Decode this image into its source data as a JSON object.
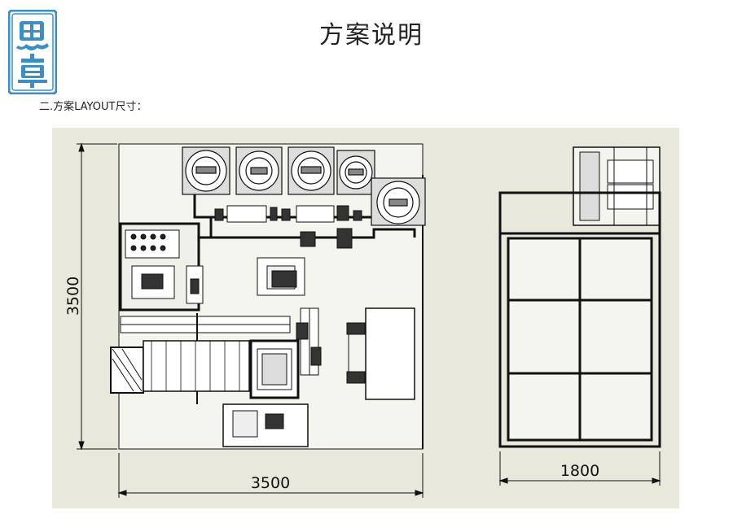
{
  "logo": {
    "alt_chars": [
      "思",
      "卓"
    ],
    "color": "#3b8fc6"
  },
  "title": "方案说明",
  "section": {
    "heading": "二.方案LAYOUT尺寸："
  },
  "drawing": {
    "background": "#e9e8dc",
    "top_view": {
      "width_label": "3500",
      "height_label": "3500"
    },
    "side_view": {
      "width_label": "1800"
    }
  }
}
